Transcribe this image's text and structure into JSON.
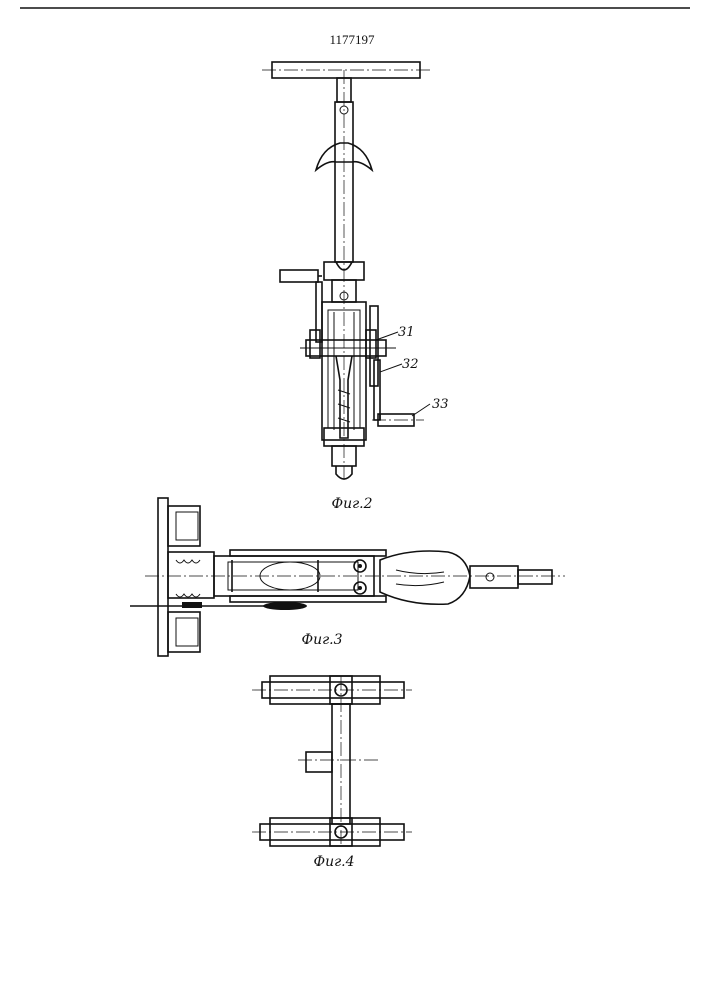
{
  "patent_number": "1177197",
  "figures": [
    {
      "caption": "Фиг.2",
      "callouts": [
        "31",
        "32",
        "33"
      ]
    },
    {
      "caption": "Фиг.3"
    },
    {
      "caption": "Фиг.4"
    }
  ]
}
